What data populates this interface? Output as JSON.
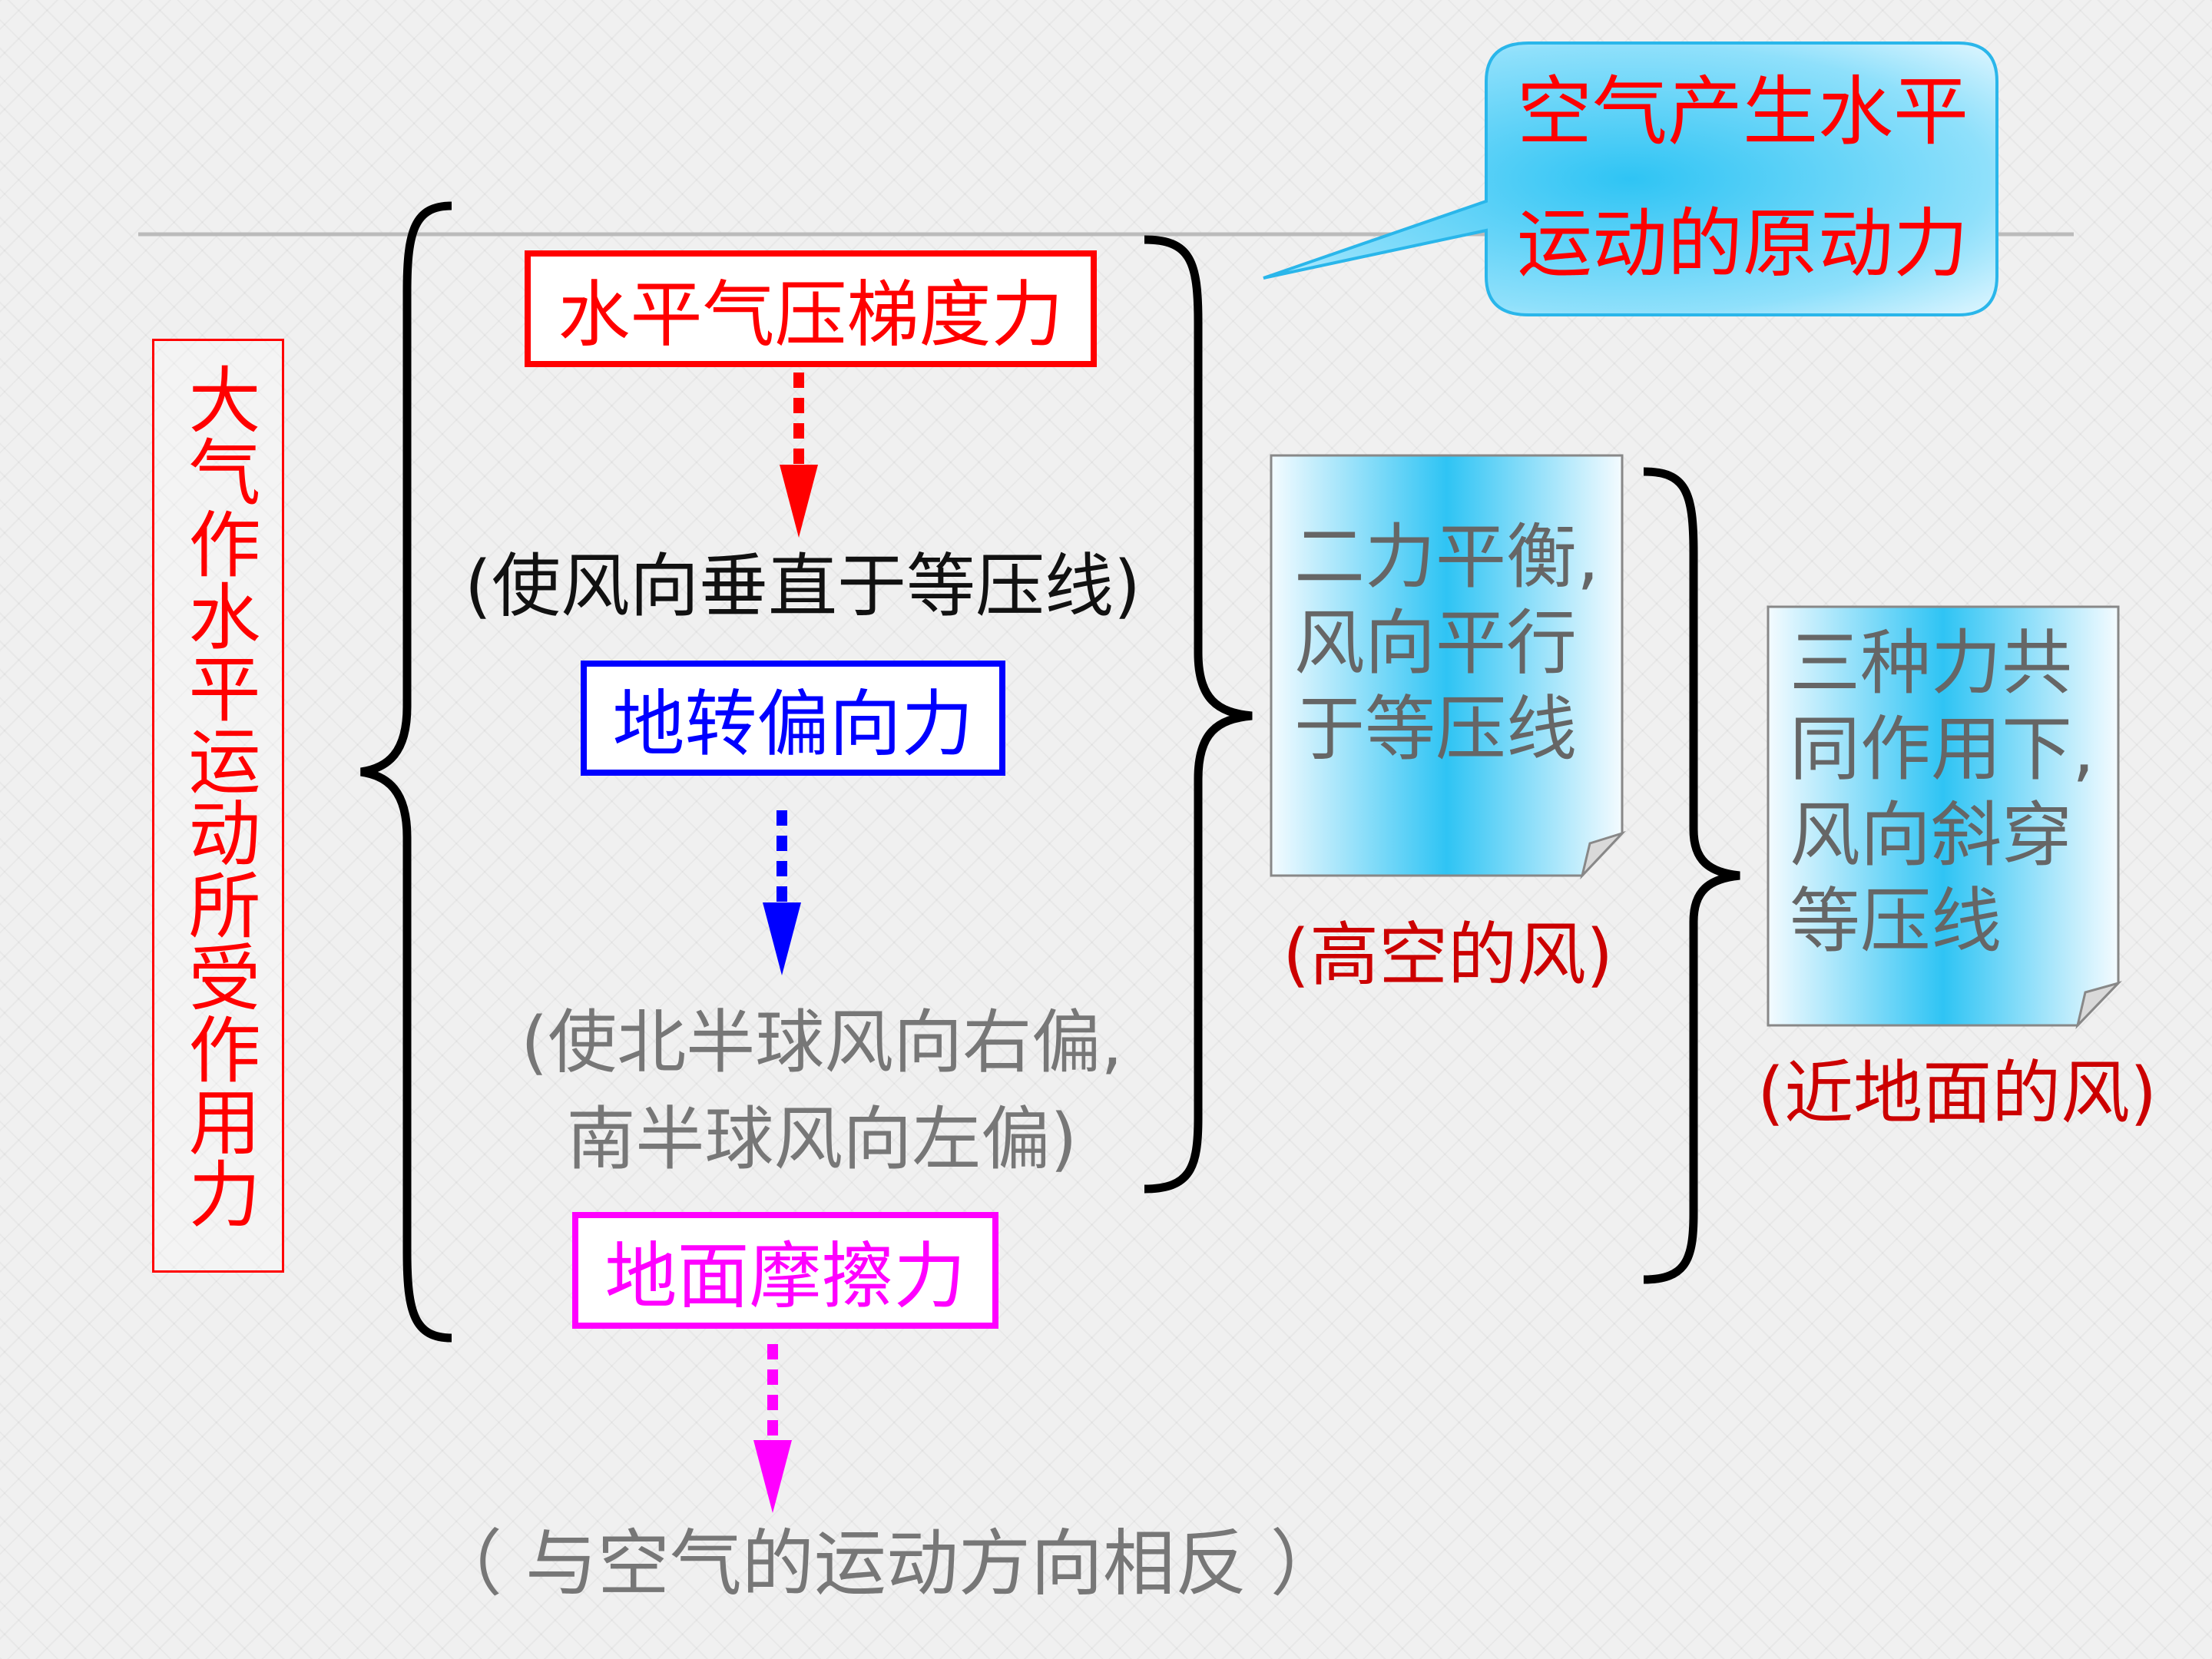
{
  "title": "大气作水平运动所受作用力",
  "callout": {
    "line1": "空气产生水平",
    "line2": "运动的原动力"
  },
  "forces": {
    "pressure_gradient": {
      "label": "水平气压梯度力",
      "effect": "(使风向垂直于等压线)",
      "color": "#ff0000"
    },
    "coriolis": {
      "label": "地转偏向力",
      "effect_line1": "(使北半球风向右偏,",
      "effect_line2": "南半球风向左偏)",
      "color": "#0000ff"
    },
    "friction": {
      "label": "地面摩擦力",
      "effect": "（ 与空气的运动方向相反 ）",
      "color": "#ff00ff"
    }
  },
  "upper_air": {
    "line1": "二力平衡,",
    "line2": "风向平行",
    "line3": "于等压线",
    "caption": "(高空的风)"
  },
  "near_surface": {
    "line1": "三种力共",
    "line2": "同作用下,",
    "line3": "风向斜穿",
    "line4": "等压线",
    "caption": "(近地面的风)"
  },
  "colors": {
    "title": "#ff0000",
    "callout_fill": "#2fc4f4",
    "caption": "#cc0000",
    "brace": "#000000"
  }
}
